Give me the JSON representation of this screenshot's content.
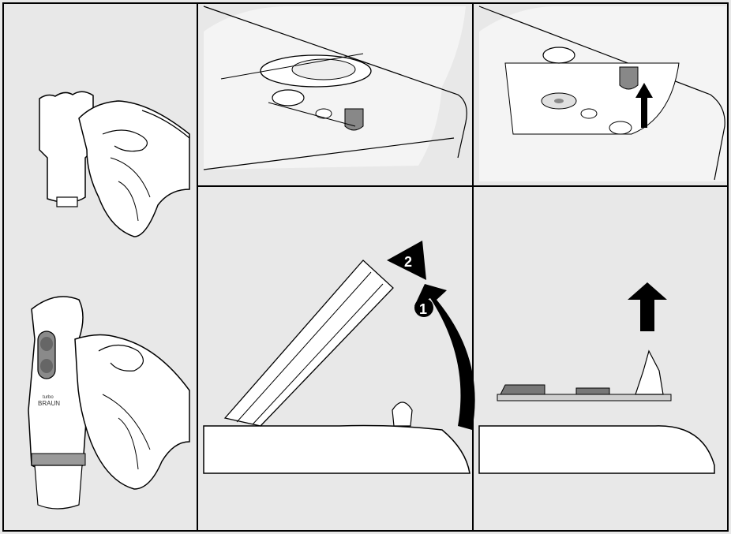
{
  "panels": {
    "p1_handle_wipe": {
      "label": ""
    },
    "p2_handle_full": {
      "brand_top": "turbo",
      "brand": "BRAUN"
    },
    "p3_top_lid": {
      "label": ""
    },
    "p4_top_gasket": {
      "label": ""
    },
    "p5_lid_open": {
      "step1": "1",
      "step2": "2"
    },
    "p6_gasket_lift": {
      "label": ""
    }
  },
  "colors": {
    "background": "#e8e8e8",
    "panel_bg": "#ececec",
    "line": "#000000",
    "accent_dark": "#666666",
    "white": "#ffffff"
  }
}
